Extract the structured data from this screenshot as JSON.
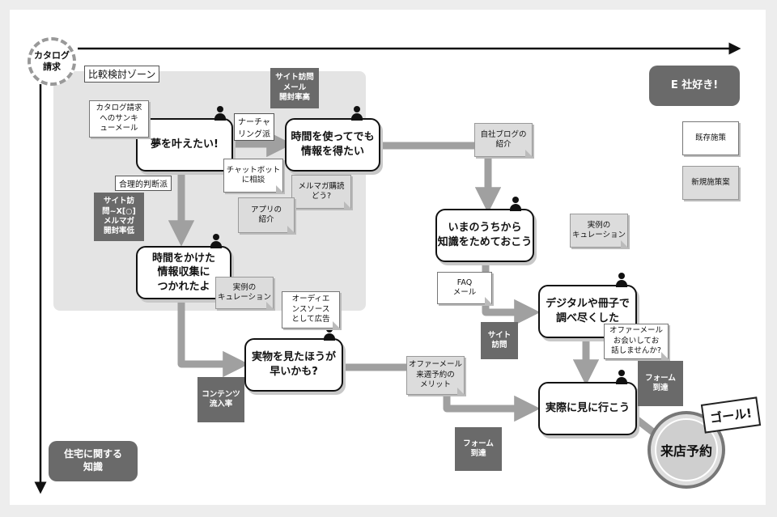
{
  "axes": {
    "origin_label": "カタログ\n請求",
    "y_bottom_label": "住宅に関する\n知識",
    "x_right_label": "E 社好き!"
  },
  "zone_label": "比較検討ゾーン",
  "legend": {
    "existing": "既存施策",
    "new": "新規施策案"
  },
  "nodes": {
    "n1": "夢を叶えたい!",
    "n2": "時間を使ってでも\n情報を得たい",
    "n3": "時間をかけた\n情報収集に\nつかれたよ",
    "n4": "実物を見たほうが\n早いかも?",
    "n5": "いまのうちから\n知識をためておこう",
    "n6": "デジタルや冊子で\n調べ尽くした",
    "n7": "実際に見に行こう"
  },
  "tags": {
    "nacha": "ナーチャ\nリング派",
    "gouri": "合理的判断派"
  },
  "notes": {
    "catalog_mail": "カタログ請求\nへのサンキ\nューメール",
    "site_visit_top": "サイト訪問\nメール\n開封率高",
    "chatbot": "チャットボット\nに相談",
    "melmaga": "メルマガ購読\nどう?",
    "app": "アプリの\n紹介",
    "site_visit_left": "サイト訪\n問~X[○]\nメルマガ\n開封率低",
    "curation_left": "実例の\nキュレーション",
    "audience": "オーディエ\nンスソース\nとして広告",
    "contents": "コンテンツ\n流入率",
    "blog": "自社ブログの\n紹介",
    "curation_right": "実例の\nキュレーション",
    "faq": "FAQ\nメール",
    "site_visit_mid": "サイト\n訪問",
    "offer_next_week": "オファーメール\n来週予約の\nメリット",
    "offer_meet": "オファーメール\nお会いしてお\n話しませんか?",
    "form_bottom": "フォーム\n到達",
    "form_right": "フォーム\n到達"
  },
  "goal": {
    "label": "来店予約",
    "flag": "ゴール!"
  },
  "colors": {
    "arrow": "#a0a0a0",
    "dark": "#6a6a6a",
    "zone": "#e4e4e4"
  }
}
